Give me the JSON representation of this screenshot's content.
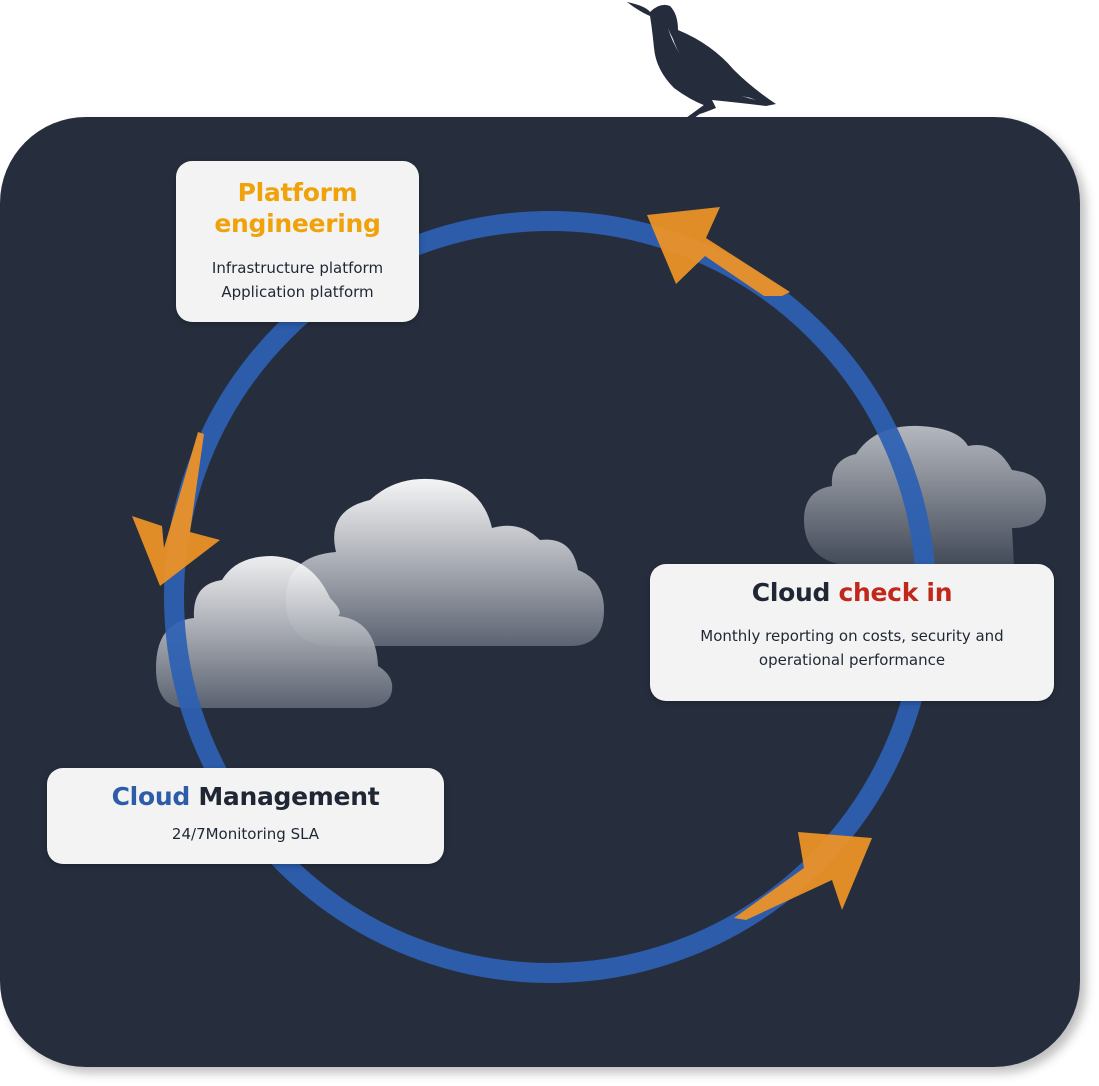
{
  "colors": {
    "background_panel": "#252d3d",
    "cycle_ring": "#2c61b3",
    "arrow": "#ef9326",
    "card": "#f3f3f4",
    "platform_title": "#f0a20a",
    "checkin_accent": "#c0281c",
    "management_accent": "#2d5ca8",
    "text_dark": "#1f2735"
  },
  "icons": {
    "bird": "bird-silhouette-icon",
    "clouds": "cloud-icon",
    "arrows": "cycle-arrow-icon"
  },
  "platform_engineering": {
    "title_line1": "Platform",
    "title_line2": "engineering",
    "items": [
      "Infrastructure platform",
      "Application platform"
    ]
  },
  "cloud_check_in": {
    "title_part1": "Cloud",
    "title_part2": "check in",
    "description_line1": "Monthly reporting on costs, security and",
    "description_line2": "operational performance"
  },
  "cloud_management": {
    "title_part1": "Cloud",
    "title_part2": "Management",
    "description": "24/7Monitoring SLA"
  }
}
